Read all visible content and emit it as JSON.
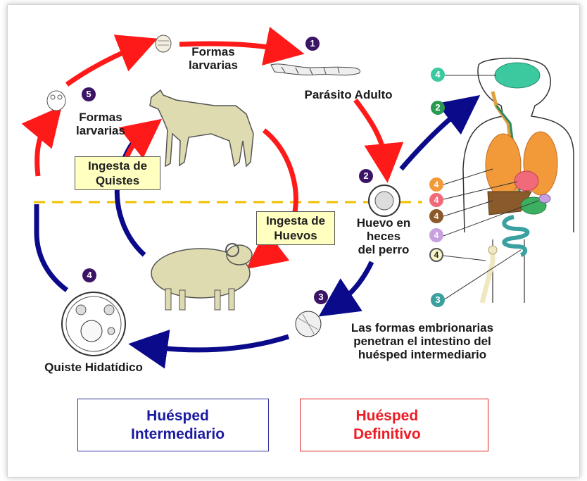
{
  "labels": {
    "larval_top": [
      "Formas",
      "larvarias"
    ],
    "larval_left": [
      "Formas",
      "larvarias"
    ],
    "adult": "Parásito Adulto",
    "egg": [
      "Huevo en",
      "heces",
      "del perro"
    ],
    "embryo": [
      "Las formas embrionarias",
      "penetran el intestino del",
      "huésped intermediario"
    ],
    "cyst": "Quiste Hidatídico"
  },
  "boxes": {
    "cysts": [
      "Ingesta de",
      "Quistes"
    ],
    "eggs": [
      "Ingesta de",
      "Huevos"
    ]
  },
  "steps": {
    "s1": "1",
    "s2": "2",
    "s3": "3",
    "s4": "4",
    "s5": "5"
  },
  "organ_numbers": {
    "brain": "4",
    "arrow": "2",
    "lung": "4",
    "heart": "4",
    "liver": "4",
    "spleen": "4",
    "bone": "4",
    "intestine": "3"
  },
  "legend": {
    "intermediate": [
      "Huésped",
      "Intermediario"
    ],
    "definitive": [
      "Huésped",
      "Definitivo"
    ]
  },
  "colors": {
    "red_arrow": "#ff1a1a",
    "blue_arrow": "#0a0a8a",
    "step_badge": "#3b1466",
    "dashed_line": "#f0c000",
    "box_fill": "#ffffc0",
    "legend_blue": "#1a1aa0",
    "legend_red": "#ee1c24"
  },
  "icons": [
    "cycle-arrows",
    "dog-illustration",
    "sheep-illustration",
    "human-body-anatomy",
    "egg-icon",
    "adult-parasite-icon",
    "larva-icon",
    "hydatid-cyst-icon",
    "embryo-icon"
  ]
}
